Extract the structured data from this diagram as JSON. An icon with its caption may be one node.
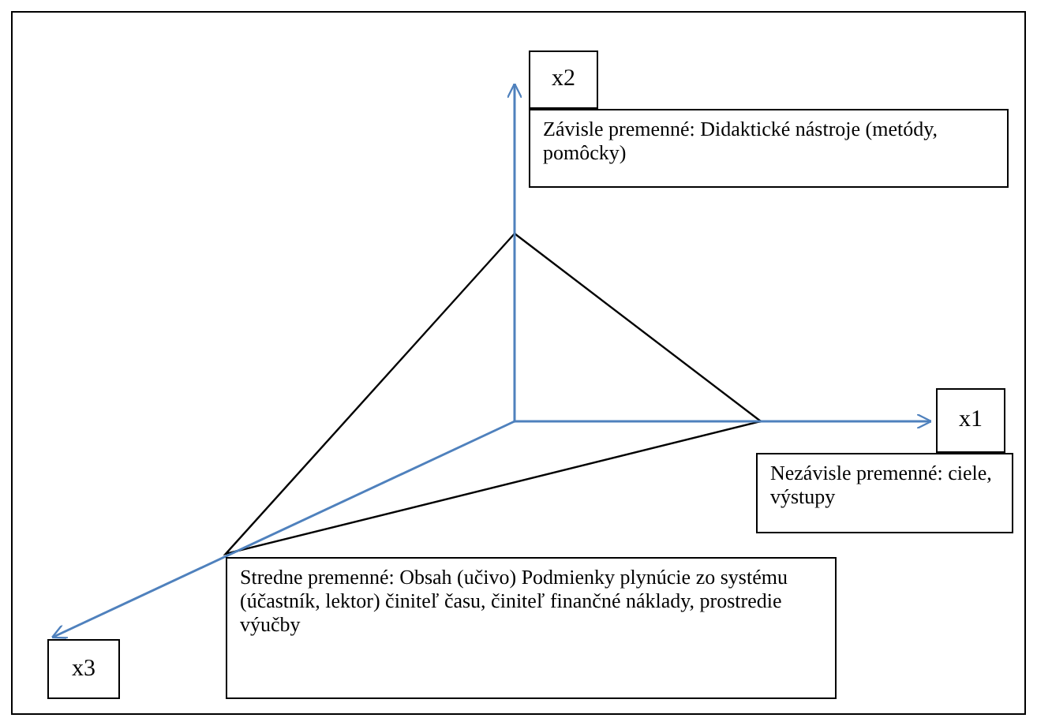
{
  "diagram": {
    "nodes": [
      {
        "text": [
          "x2"
        ]
      },
      {
        "text": [
          "Závisle premenné: Didaktické nástroje (metódy, pomôcky)"
        ]
      },
      {
        "text": [
          "x1"
        ]
      },
      {
        "text": [
          "Nezávisle premenné: ciele, výstupy"
        ]
      },
      {
        "text": [
          "x3"
        ]
      },
      {
        "text": [
          "Stredne premenné: Obsah (učivo) Podmienky plynúcie zo systému (účastník, lektor) činiteľ času, činiteľ finančné náklady, prostredie výučby"
        ]
      }
    ],
    "edges": [
      {
        "from": null,
        "to": 0,
        "arrow": "to"
      },
      {
        "from": null,
        "to": 2,
        "arrow": "to"
      },
      {
        "from": null,
        "to": 4,
        "arrow": "to"
      }
    ]
  }
}
